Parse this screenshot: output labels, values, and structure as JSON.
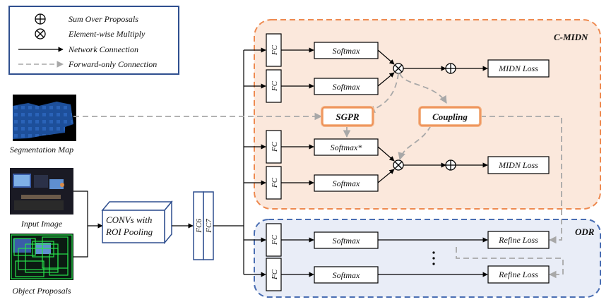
{
  "legend": {
    "sum": "Sum Over Proposals",
    "multiply": "Element-wise Multiply",
    "network": "Network Connection",
    "forward": "Forward-only Connection"
  },
  "regions": {
    "cmidn": "C-MIDN",
    "odr": "ODR"
  },
  "inputs": {
    "segmentation": "Segmentation Map",
    "image": "Input Image",
    "proposals": "Object Proposals"
  },
  "backbone": {
    "convs_line1": "CONVs with",
    "convs_line2": "ROI Pooling",
    "fc6": "FC6",
    "fc7": "FC7"
  },
  "fc": "FC",
  "softmax": "Softmax",
  "softmax_star": "Softmax*",
  "sgpr": "SGPR",
  "coupling": "Coupling",
  "midn_loss": "MIDN Loss",
  "refine_loss": "Refine Loss",
  "colors": {
    "cmidn_fill": "#fbe8dc",
    "cmidn_border": "#ee8a50",
    "odr_fill": "#e9edf7",
    "odr_border": "#4a6eb3",
    "module_border": "#f0a060",
    "dashed_gray": "#a8a8a8",
    "backbone_border": "#2f4f8f"
  }
}
